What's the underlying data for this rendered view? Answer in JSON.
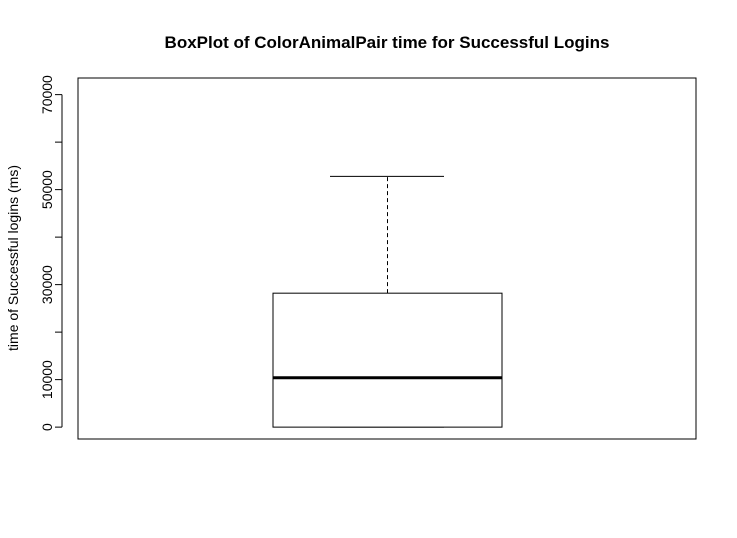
{
  "chart_data": {
    "type": "box",
    "title": "BoxPlot of ColorAnimalPair time for Successful Logins",
    "xlabel": "",
    "ylabel": "time of Successful logins (ms)",
    "ylim": [
      -2500,
      73500
    ],
    "y_ticks": [
      0,
      10000,
      20000,
      30000,
      40000,
      50000,
      60000,
      70000
    ],
    "y_tick_labels": [
      "0",
      "10000",
      "",
      "30000",
      "",
      "50000",
      "",
      "70000"
    ],
    "grid": false,
    "box": {
      "min": 0,
      "q1": 0,
      "median": 10400,
      "q3": 28200,
      "max": 52800
    }
  }
}
